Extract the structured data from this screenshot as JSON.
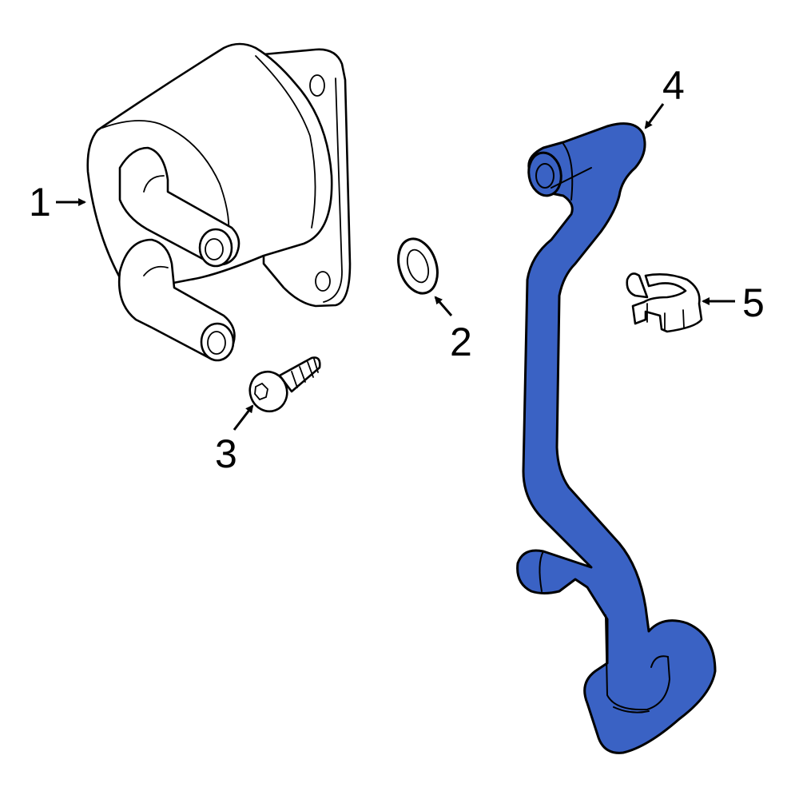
{
  "diagram": {
    "type": "exploded-parts-diagram",
    "highlight_color": "#3a62c4",
    "outline_color": "#000000",
    "background": "#ffffff",
    "parts": [
      {
        "number": "1",
        "name": "oil-cooler",
        "highlighted": false
      },
      {
        "number": "2",
        "name": "seal-washer",
        "highlighted": false
      },
      {
        "number": "3",
        "name": "bolt",
        "highlighted": false
      },
      {
        "number": "4",
        "name": "coolant-pipe",
        "highlighted": true
      },
      {
        "number": "5",
        "name": "clip",
        "highlighted": false
      }
    ]
  },
  "callouts": {
    "c1": "1",
    "c2": "2",
    "c3": "3",
    "c4": "4",
    "c5": "5"
  }
}
